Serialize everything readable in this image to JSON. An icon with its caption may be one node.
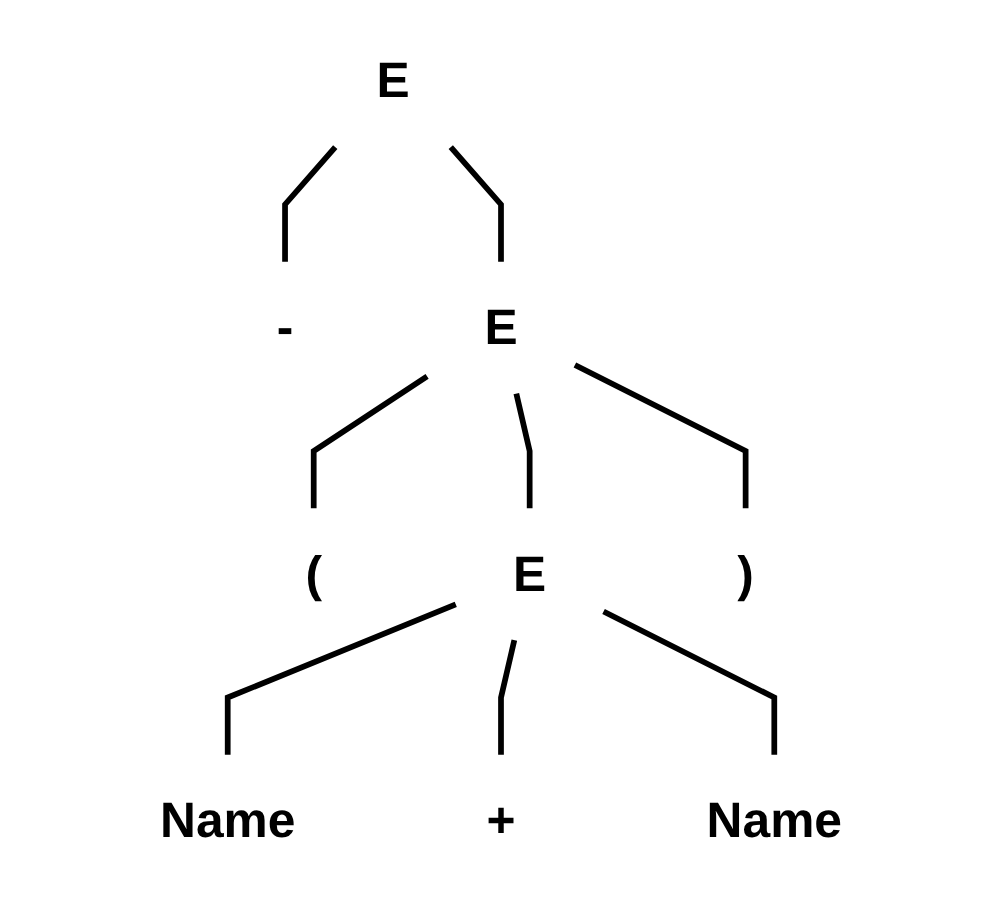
{
  "diagram": {
    "nodes": [
      {
        "text": [
          "E"
        ]
      },
      {
        "text": [
          "-"
        ]
      },
      {
        "text": [
          "E"
        ]
      },
      {
        "text": [
          "("
        ]
      },
      {
        "text": [
          "E"
        ]
      },
      {
        "text": [
          ")"
        ]
      },
      {
        "text": [
          "Name"
        ]
      },
      {
        "text": [
          "+"
        ]
      },
      {
        "text": [
          "Name"
        ]
      }
    ],
    "edges": [
      {
        "from": 0,
        "to": 1,
        "arrow": "none"
      },
      {
        "from": 0,
        "to": 2,
        "arrow": "none"
      },
      {
        "from": 2,
        "to": 3,
        "arrow": "none"
      },
      {
        "from": 2,
        "to": 4,
        "arrow": "none"
      },
      {
        "from": 2,
        "to": 5,
        "arrow": "none"
      },
      {
        "from": 4,
        "to": 6,
        "arrow": "none"
      },
      {
        "from": 4,
        "to": 7,
        "arrow": "none"
      },
      {
        "from": 4,
        "to": 8,
        "arrow": "none"
      }
    ]
  }
}
